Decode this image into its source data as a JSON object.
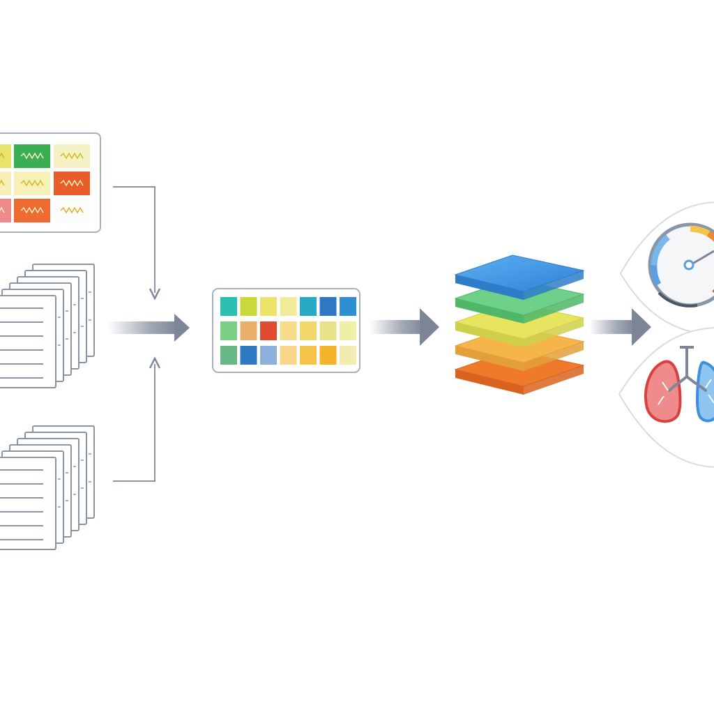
{
  "diagram": {
    "stages": [
      {
        "id": "multichannel-signal-tiles",
        "icon": "signal-grid-icon"
      },
      {
        "id": "document-stack-upper",
        "icon": "document-stack-icon"
      },
      {
        "id": "document-stack-lower",
        "icon": "document-stack-icon"
      },
      {
        "id": "feature-matrix",
        "icon": "heatmap-grid-icon"
      },
      {
        "id": "layered-model",
        "icon": "layer-stack-icon"
      },
      {
        "id": "outputs",
        "icons": [
          "gauge-icon",
          "lungs-icon"
        ]
      }
    ],
    "colors": {
      "connector": "#8a93a3",
      "box_border": "#a7b0bf",
      "blue": "#3d8ee0",
      "green": "#4fbf6a",
      "yellow": "#e9df55",
      "amber": "#f6bd3c",
      "orange": "#f07a2c",
      "red": "#e2493b",
      "teal": "#2ec0b0"
    },
    "signal_tiles": [
      [
        "#e8e36a",
        "#3aae52",
        "#f4f2c4"
      ],
      [
        "#f6f0b8",
        "#f7f0b9",
        "#e85d2a"
      ],
      [
        "#ef8a8a",
        "#ee6a30",
        "#fbfbfb"
      ]
    ],
    "matrix_cells": [
      [
        "#2bbfb2",
        "#c9d83a",
        "#ece36a",
        "#f2ec9a",
        "#27a9c4",
        "#2f79c4",
        "#2f8fd3"
      ],
      [
        "#7ccf87",
        "#e9b06c",
        "#e04b32",
        "#f5dd8c",
        "#f2d86a",
        "#e8e388",
        "#eef0a8"
      ],
      [
        "#67b884",
        "#2f79c4",
        "#8bb0dc",
        "#f7d689",
        "#f5c44a",
        "#f4b428",
        "#f3ecb0"
      ]
    ],
    "layer_colors": [
      {
        "top": "#f07a2c",
        "side": "#d9631e"
      },
      {
        "top": "#f6b54a",
        "side": "#e3a03a"
      },
      {
        "top": "#e8e45f",
        "side": "#cfd04a"
      },
      {
        "top": "#6fd08a",
        "side": "#4fb66a"
      },
      {
        "top": "#4a9ee8",
        "side": "#2f7dc8"
      }
    ]
  }
}
